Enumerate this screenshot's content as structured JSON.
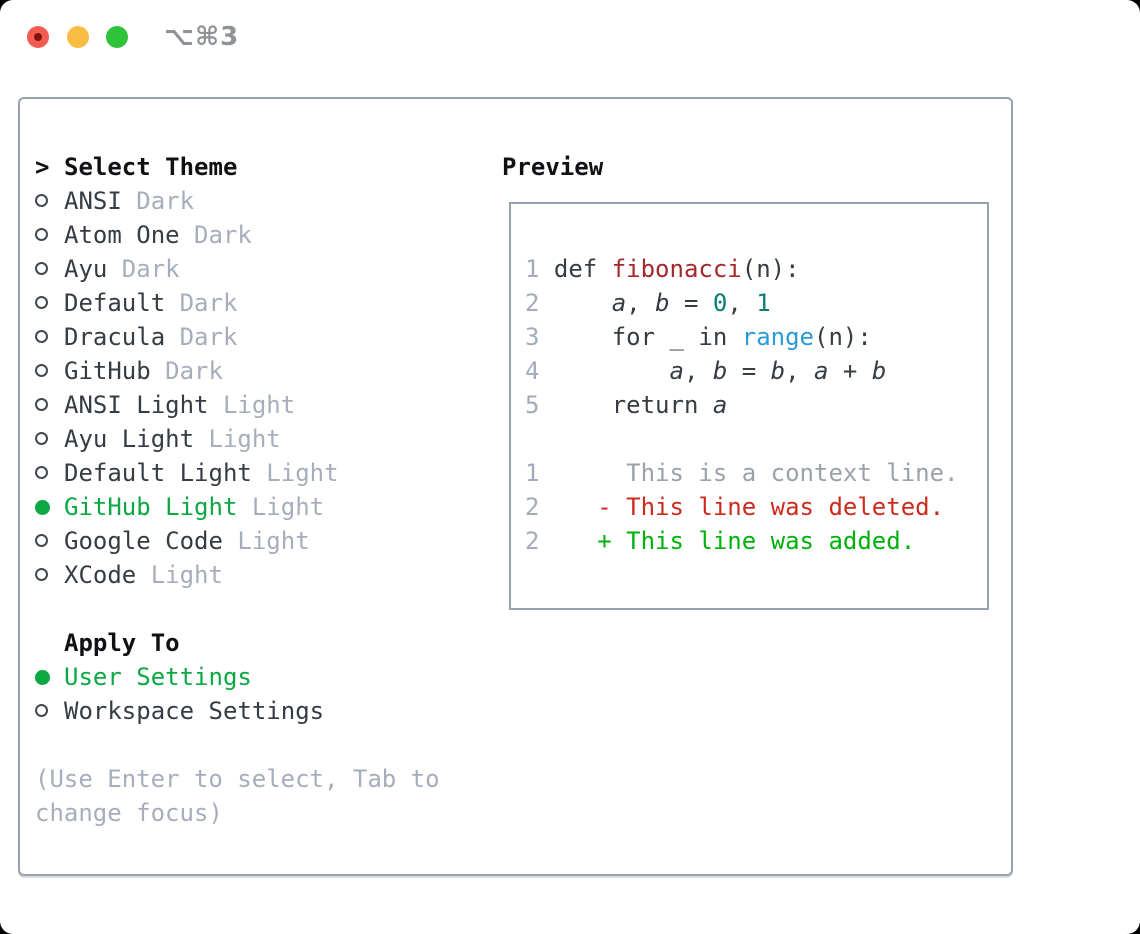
{
  "window": {
    "title": "⌥⌘3",
    "traffic_lights": [
      "close",
      "minimize",
      "zoom"
    ]
  },
  "theme_panel": {
    "header_prefix": ">",
    "header": "Select Theme",
    "items": [
      {
        "name": "ANSI",
        "variant": "Dark",
        "selected": false
      },
      {
        "name": "Atom One",
        "variant": "Dark",
        "selected": false
      },
      {
        "name": "Ayu",
        "variant": "Dark",
        "selected": false
      },
      {
        "name": "Default",
        "variant": "Dark",
        "selected": false
      },
      {
        "name": "Dracula",
        "variant": "Dark",
        "selected": false
      },
      {
        "name": "GitHub",
        "variant": "Dark",
        "selected": false
      },
      {
        "name": "ANSI Light",
        "variant": "Light",
        "selected": false
      },
      {
        "name": "Ayu Light",
        "variant": "Light",
        "selected": false
      },
      {
        "name": "Default Light",
        "variant": "Light",
        "selected": false
      },
      {
        "name": "GitHub Light",
        "variant": "Light",
        "selected": true
      },
      {
        "name": "Google Code",
        "variant": "Light",
        "selected": false
      },
      {
        "name": "XCode",
        "variant": "Light",
        "selected": false
      }
    ]
  },
  "apply_to": {
    "header": "Apply To",
    "options": [
      {
        "label": "User Settings",
        "selected": true
      },
      {
        "label": "Workspace Settings",
        "selected": false
      }
    ]
  },
  "hint": "(Use Enter to select, Tab to change focus)",
  "preview": {
    "title": "Preview",
    "lines": [
      {
        "num": "1",
        "segments": [
          {
            "t": "def "
          },
          {
            "t": "fibonacci",
            "c": "func"
          },
          {
            "t": "(n):"
          }
        ]
      },
      {
        "num": "2",
        "segments": [
          {
            "t": "    "
          },
          {
            "t": "a",
            "i": true
          },
          {
            "t": ", "
          },
          {
            "t": "b",
            "i": true
          },
          {
            "t": " = "
          },
          {
            "t": "0",
            "c": "numlit"
          },
          {
            "t": ", "
          },
          {
            "t": "1",
            "c": "numlit"
          }
        ]
      },
      {
        "num": "3",
        "segments": [
          {
            "t": "    for _ in "
          },
          {
            "t": "range",
            "c": "builtin"
          },
          {
            "t": "(n):"
          }
        ]
      },
      {
        "num": "4",
        "segments": [
          {
            "t": "        "
          },
          {
            "t": "a",
            "i": true
          },
          {
            "t": ", "
          },
          {
            "t": "b",
            "i": true
          },
          {
            "t": " = "
          },
          {
            "t": "b",
            "i": true
          },
          {
            "t": ", "
          },
          {
            "t": "a",
            "i": true
          },
          {
            "t": " + "
          },
          {
            "t": "b",
            "i": true
          }
        ]
      },
      {
        "num": "5",
        "segments": [
          {
            "t": "    return "
          },
          {
            "t": "a",
            "i": true
          }
        ]
      },
      {
        "num": "",
        "segments": []
      },
      {
        "num": "1",
        "segments": [
          {
            "t": "     This is a context line.",
            "c": "ctx"
          }
        ]
      },
      {
        "num": "2",
        "segments": [
          {
            "t": "   - This line was deleted.",
            "c": "del"
          }
        ]
      },
      {
        "num": "2",
        "segments": [
          {
            "t": "   + This line was added.",
            "c": "add"
          }
        ]
      }
    ]
  },
  "colors": {
    "accent_green": "#0ca844",
    "added_green": "#00b10b",
    "deleted_red": "#cd2a1e",
    "function_red": "#a4282c",
    "number_teal": "#0c7d75",
    "builtin_blue": "#2b9ad6",
    "text_dark": "#363c43",
    "muted_gray": "#a6aebc",
    "linenum_gray": "#a2abb9",
    "context_gray": "#9aa1ab",
    "border_gray": "#98a1ad",
    "title_gray": "#8f9296",
    "light_red": "#f45c51",
    "light_yellow": "#f9bd41",
    "light_green": "#2fc33c"
  }
}
